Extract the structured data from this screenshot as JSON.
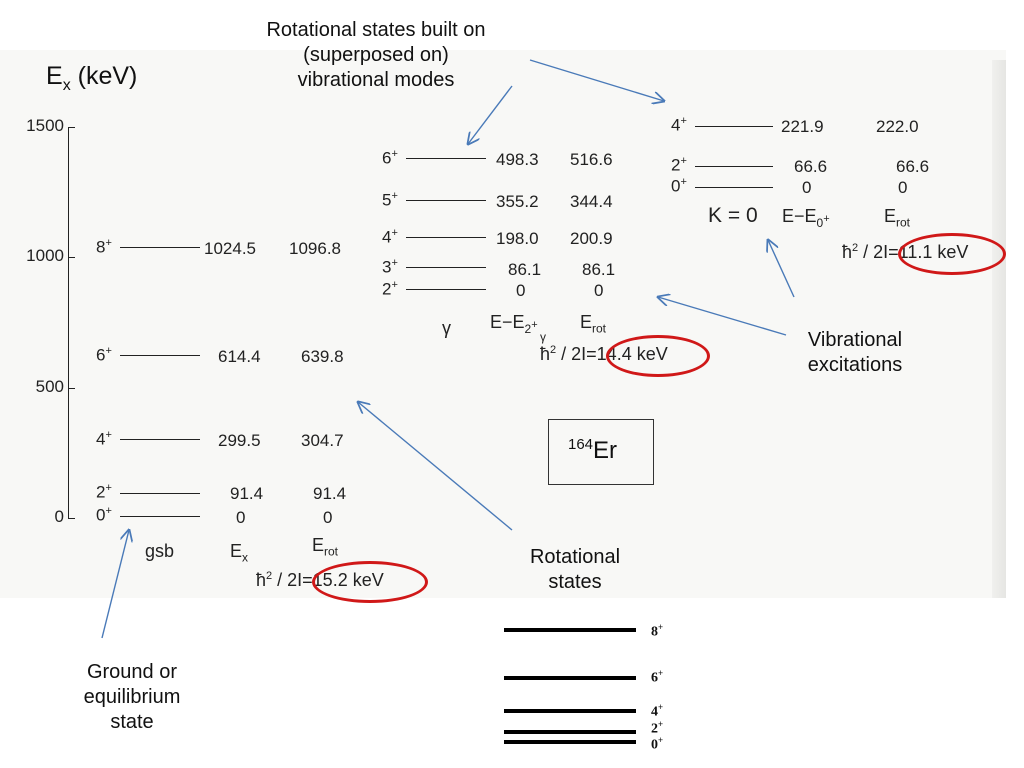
{
  "annotations": {
    "rot_on_vib": [
      "Rotational states built on",
      "(superposed on)",
      "vibrational modes"
    ],
    "vibrational": [
      "Vibrational",
      "excitations"
    ],
    "rotational": [
      "Rotational",
      "states"
    ],
    "ground": [
      "Ground or",
      "equilibrium",
      "state"
    ]
  },
  "axis": {
    "title": "E",
    "title_sub": "x",
    "title_unit": " (keV)",
    "ticks": [
      "1500",
      "1000",
      "500",
      "0"
    ]
  },
  "isotope": {
    "mass": "164",
    "symbol": "Er"
  },
  "gsb": {
    "levels": [
      {
        "spin": "8",
        "parity": "+",
        "ex": "1024.5",
        "erot": "1096.8"
      },
      {
        "spin": "6",
        "parity": "+",
        "ex": "614.4",
        "erot": "639.8"
      },
      {
        "spin": "4",
        "parity": "+",
        "ex": "299.5",
        "erot": "304.7"
      },
      {
        "spin": "2",
        "parity": "+",
        "ex": "91.4",
        "erot": "91.4"
      },
      {
        "spin": "0",
        "parity": "+",
        "ex": "0",
        "erot": "0"
      }
    ],
    "label": "gsb",
    "col1": "E",
    "col1_sub": "x",
    "col2": "E",
    "col2_sub": "rot",
    "param_prefix": "ħ",
    "param_exp": "2",
    "param_mid": " / 2I=",
    "param_value": "15.2 keV"
  },
  "gamma": {
    "levels": [
      {
        "spin": "6",
        "parity": "+",
        "e": "498.3",
        "erot": "516.6"
      },
      {
        "spin": "5",
        "parity": "+",
        "e": "355.2",
        "erot": "344.4"
      },
      {
        "spin": "4",
        "parity": "+",
        "e": "198.0",
        "erot": "200.9"
      },
      {
        "spin": "3",
        "parity": "+",
        "e": "86.1",
        "erot": "86.1"
      },
      {
        "spin": "2",
        "parity": "+",
        "e": "0",
        "erot": "0"
      }
    ],
    "label": "γ",
    "col1": "E−E",
    "col1_sub": "2",
    "col1_sup": "+",
    "col1_subsub": "γ",
    "col2": "E",
    "col2_sub": "rot",
    "param_prefix": "ħ",
    "param_exp": "2",
    "param_mid": " / 2I=",
    "param_value": "14.4 keV"
  },
  "k0": {
    "levels": [
      {
        "spin": "4",
        "parity": "+",
        "e": "221.9",
        "erot": "222.0"
      },
      {
        "spin": "2",
        "parity": "+",
        "e": "66.6",
        "erot": "66.6"
      },
      {
        "spin": "0",
        "parity": "+",
        "e": "0",
        "erot": "0"
      }
    ],
    "label": "K = 0",
    "col1": "E−E",
    "col1_sub": "0",
    "col1_sup": "+",
    "col2": "E",
    "col2_sub": "rot",
    "param_prefix": "ħ",
    "param_exp": "2",
    "param_mid": " / 2I=",
    "param_value": "11.1 keV"
  },
  "thick_levels": [
    {
      "spin": "8",
      "parity": "+"
    },
    {
      "spin": "6",
      "parity": "+"
    },
    {
      "spin": "4",
      "parity": "+"
    },
    {
      "spin": "2",
      "parity": "+"
    },
    {
      "spin": "0",
      "parity": "+"
    }
  ],
  "colors": {
    "arrow": "#4a7ab8",
    "highlight": "#d01818"
  }
}
